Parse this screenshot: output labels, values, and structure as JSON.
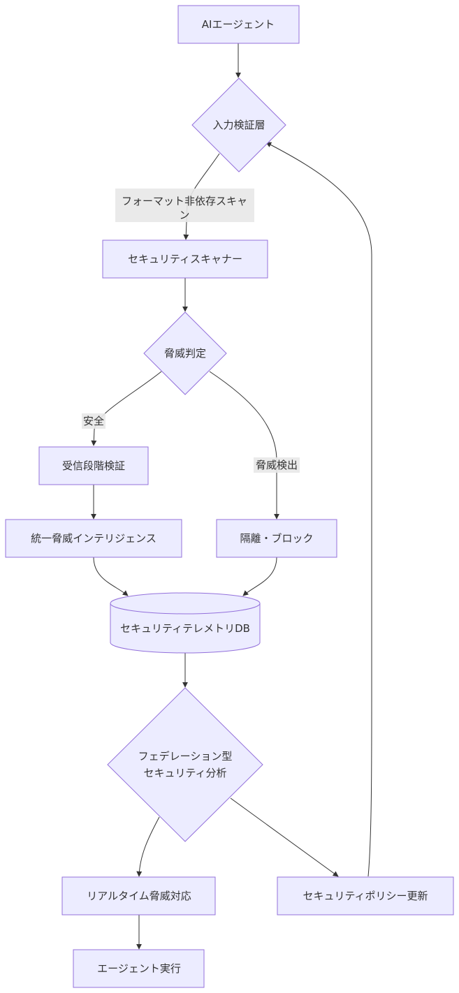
{
  "diagram": {
    "nodes": {
      "agent": "AIエージェント",
      "input_validation": "入力検証層",
      "security_scanner": "セキュリティスキャナー",
      "threat_judgment": "脅威判定",
      "receive_validation": "受信段階検証",
      "unified_intel": "統一脅威インテリジェンス",
      "isolate_block": "隔離・ブロック",
      "telemetry_db": "セキュリティテレメトリDB",
      "federated_analysis_line1": "フェデレーション型",
      "federated_analysis_line2": "セキュリティ分析",
      "realtime_response": "リアルタイム脅威対応",
      "policy_update": "セキュリティポリシー更新",
      "agent_execution": "エージェント実行"
    },
    "edge_labels": {
      "format_independent_line1": "フォーマット非依存スキャ",
      "format_independent_line2": "ン",
      "safe": "安全",
      "threat_detected": "脅威検出"
    }
  }
}
